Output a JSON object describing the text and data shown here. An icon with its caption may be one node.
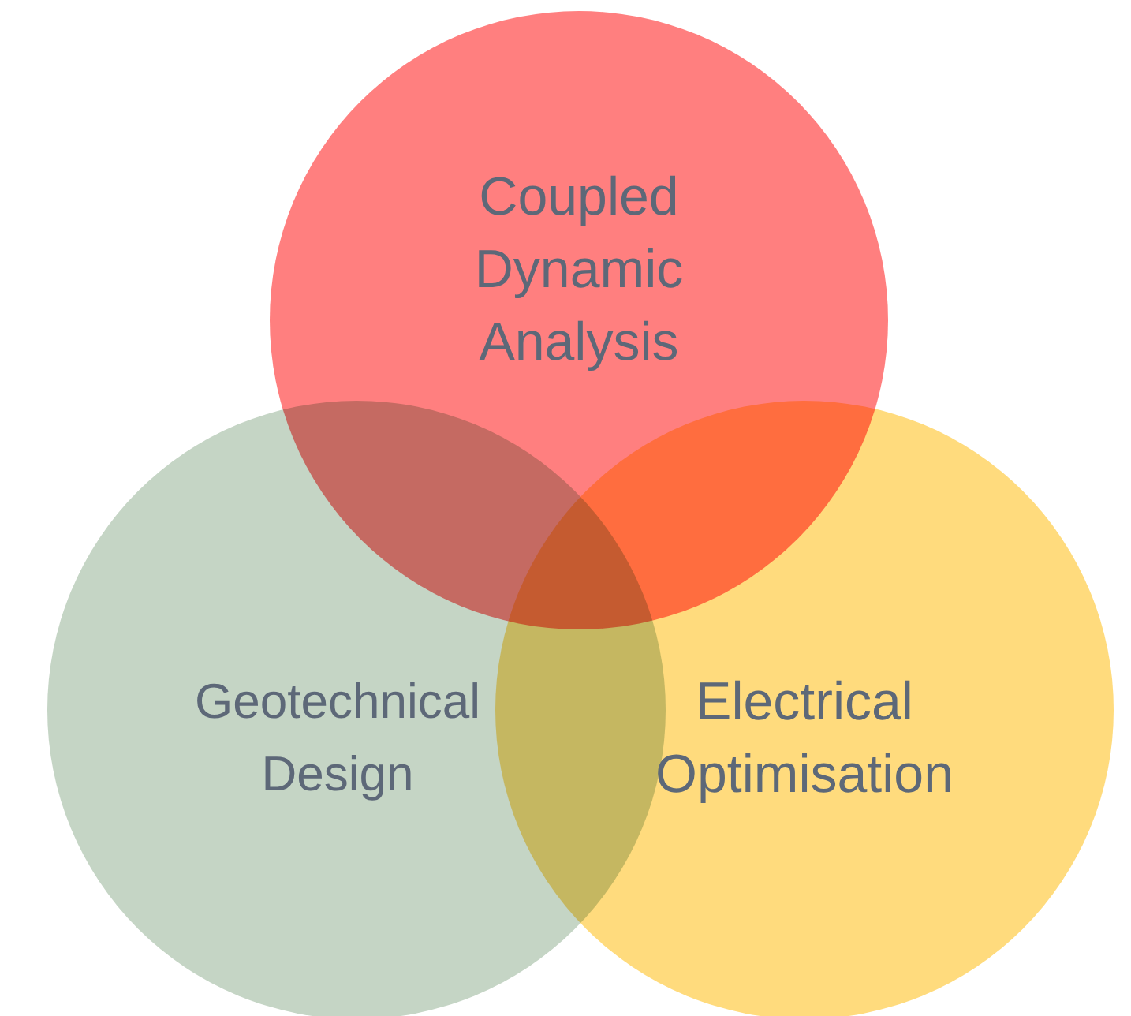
{
  "diagram": {
    "nodes": [
      {
        "text": [
          "Coupled Dynamic Analysis"
        ]
      },
      {
        "text": [
          "Geotechnical Design"
        ]
      },
      {
        "text": [
          "Electrical Optimisation"
        ]
      }
    ]
  }
}
